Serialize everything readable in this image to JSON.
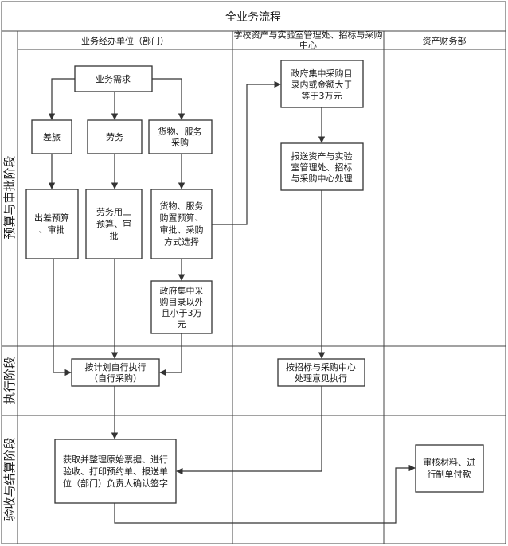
{
  "title": "全业务流程",
  "lanes": [
    {
      "id": "dept",
      "label": "业务经办单位（部门）"
    },
    {
      "id": "asset",
      "label": "学校资产与实验室管理处、招标与采购中心"
    },
    {
      "id": "finance",
      "label": "资产财务部"
    }
  ],
  "phases": [
    {
      "id": "budget",
      "label": "预算与审批阶段"
    },
    {
      "id": "exec",
      "label": "执行阶段"
    },
    {
      "id": "settle",
      "label": "验收与结算阶段"
    }
  ],
  "boxes": {
    "need": "业务需求",
    "travel": "差旅",
    "labor": "劳务",
    "goods": "货物、服务采购",
    "travel_budget": "出差预算、审批",
    "labor_budget": "劳务用工预算、审批",
    "goods_budget": "货物、服务购置预算、审批、采购方式选择",
    "gov_outside": "政府集中采购目录以外且小于3万元",
    "gov_inside": "政府集中采购目录内或金额大于等于3万元",
    "report": "报送资产与实验室管理处、招标与采购中心处理",
    "self_exec": "按计划自行执行（自行采购）",
    "tender_exec": "按招标与采购中心处理意见执行",
    "collect": "获取并整理原始票据、进行验收、打印预约单、报送单位（部门）负责人确认签字",
    "audit": "审核材料、进行制单付款"
  },
  "colors": {
    "line": "#333333",
    "box_fill": "#ffffff"
  }
}
